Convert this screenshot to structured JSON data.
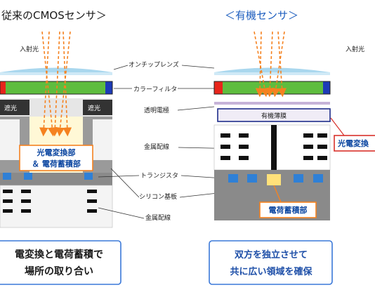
{
  "left": {
    "title": "従来のCMOSセンサ＞",
    "incident_light": "入射光",
    "shade_left": "遮光",
    "shade_right": "遮光",
    "pd_line1": "光電変換部",
    "pd_line2": "＆ 電荷蓄積部",
    "caption_line1": "電変換と電荷蓄積で",
    "caption_line2": "場所の取り合い"
  },
  "right": {
    "title": "＜有機センサ＞",
    "incident_light": "入射光",
    "organic_film": "有機薄膜",
    "pd_label": "光電変換",
    "storage_label": "電荷蓄積部",
    "caption_line1": "双方を独立させて",
    "caption_line2": "共に広い領域を確保"
  },
  "labels": {
    "on_chip_lens": "オンチップレンズ",
    "color_filter": "カラーフィルタ",
    "transparent_electrode": "透明電極",
    "metal_wiring": "金属配線",
    "transistor": "トランジスタ",
    "silicon_substrate": "シリコン基板",
    "metal_wiring_2": "金属配線"
  },
  "colors": {
    "lens": "#a9d7ee",
    "filter_red": "#e8251b",
    "filter_green": "#5ebd3e",
    "filter_blue": "#1d3bb8",
    "arrow": "#f58220",
    "transistor_blue": "#2f80d6",
    "organic_film": "#f0ecf6",
    "storage_yellow": "#ffe17a",
    "substrate": "#8a8a8a",
    "shade": "#333333",
    "caption_border": "#3a78d8"
  }
}
